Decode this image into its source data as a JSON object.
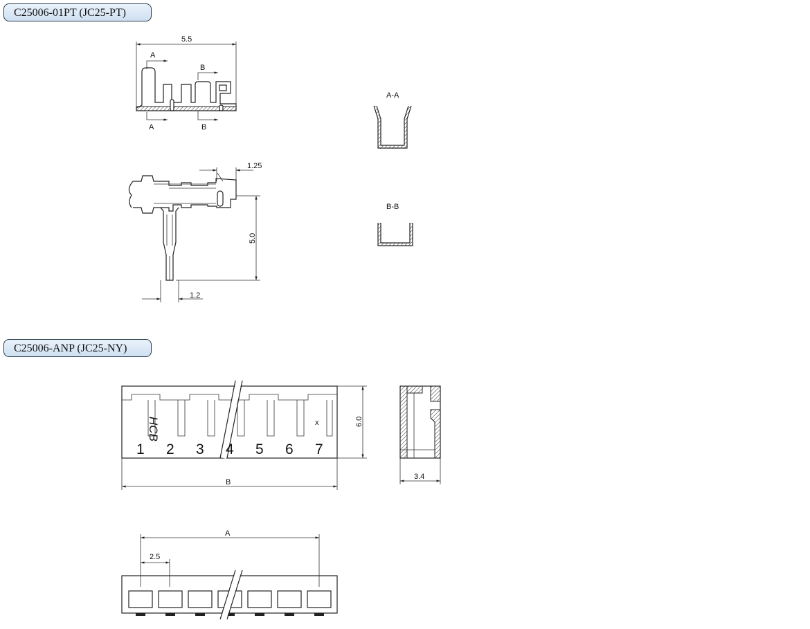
{
  "titles": {
    "terminal": "C25006-01PT (JC25-PT)",
    "housing": "C25006-ANP (JC25-NY)"
  },
  "terminal": {
    "dim_length": "5.5",
    "dim_tip": "1.25",
    "dim_height": "5.0",
    "dim_pin": "1.2",
    "section_a": "A",
    "section_b": "B",
    "view_aa": "A-A",
    "view_bb": "B-B"
  },
  "housing": {
    "logo": "HCB",
    "x_mark": "x",
    "pin_numbers": [
      "1",
      "2",
      "3",
      "4",
      "5",
      "6",
      "7"
    ],
    "dim_height": "6.0",
    "dim_depth": "3.4",
    "dim_b": "B",
    "dim_a": "A",
    "dim_pitch": "2.5"
  }
}
